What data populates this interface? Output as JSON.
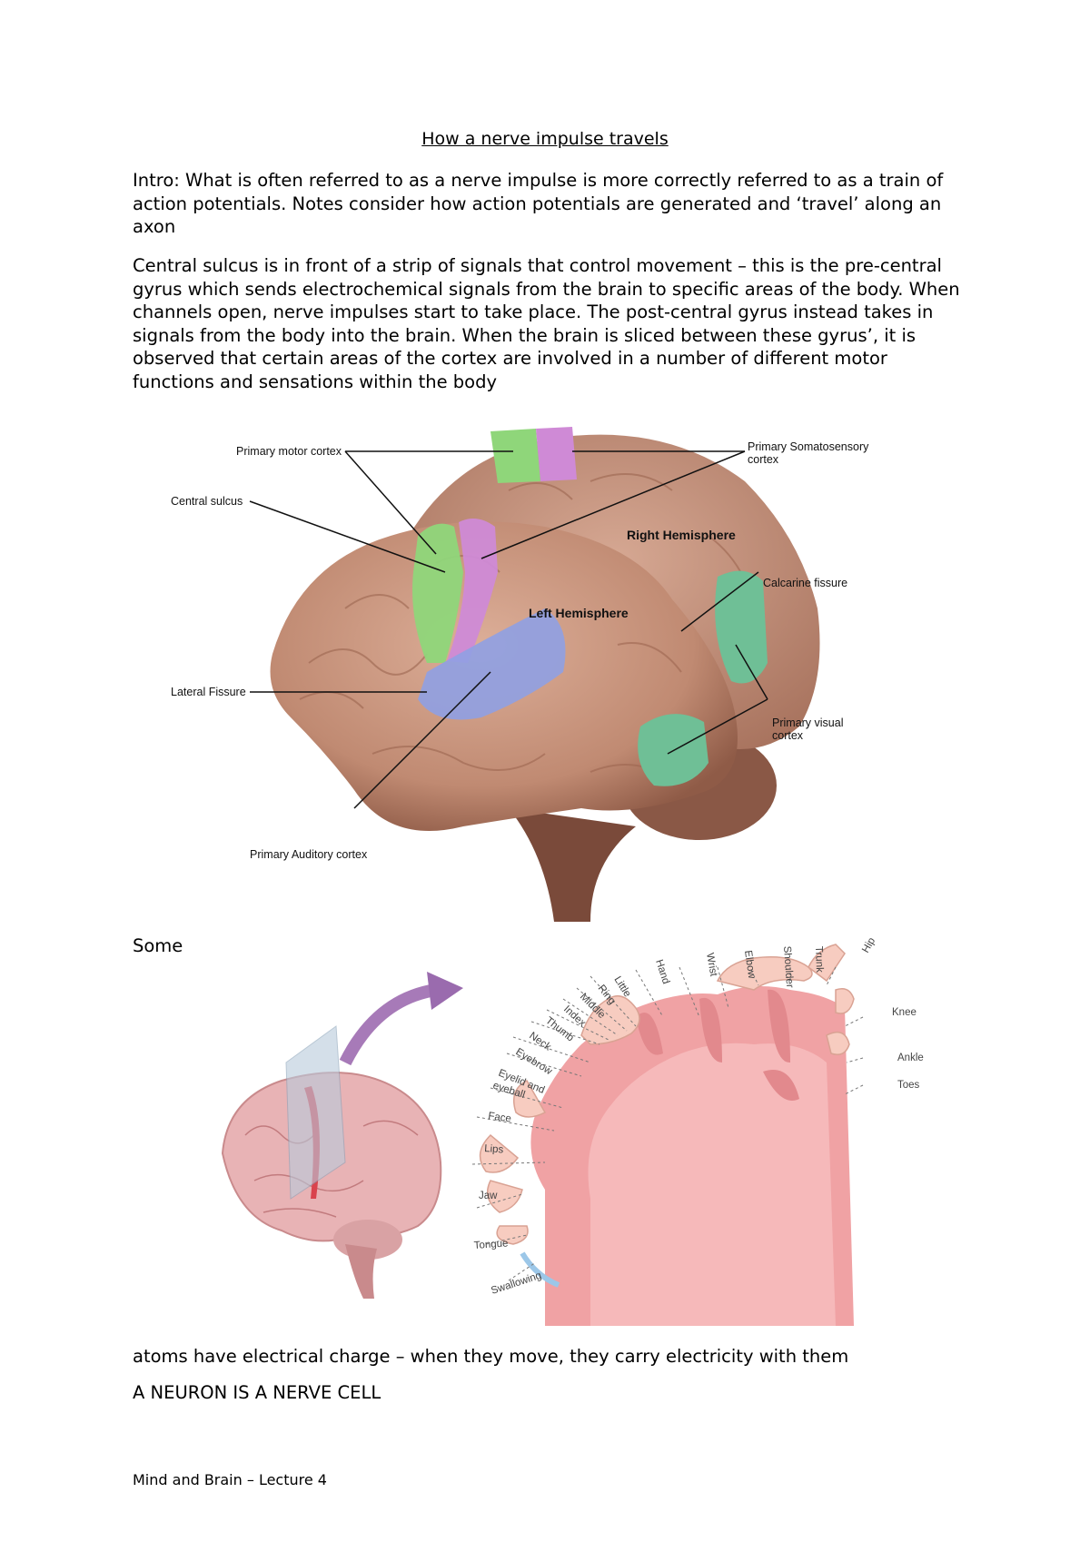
{
  "document": {
    "title": "How a nerve impulse travels",
    "intro": "Intro: What is often referred to as a nerve impulse is more correctly referred to as a train of action potentials. Notes consider how action potentials are generated and ‘travel’ along an axon",
    "paragraph": "Central sulcus is in front of a strip of signals that control movement – this is the pre-central gyrus which sends electrochemical signals from the brain to specific areas of the body. When channels open, nerve impulses start to take place. The post-central gyrus instead takes in signals from the body into the brain. When the brain is sliced between these gyrus’, it is observed that certain areas of the cortex are involved in a number of different motor functions and sensations within the body",
    "some": "Some",
    "atoms_line": "atoms have electrical charge – when they move, they carry electricity with them",
    "neuron_line": "A NEURON IS A NERVE CELL",
    "footer": "Mind and Brain – Lecture 4"
  },
  "brain_figure": {
    "labels": {
      "primary_motor": "Primary motor cortex",
      "somato_1": "Primary Somatosensory",
      "somato_2": "cortex",
      "central_sulcus": "Central sulcus",
      "right_hemisphere": "Right Hemisphere",
      "calcarine": "Calcarine fissure",
      "left_hemisphere": "Left Hemisphere",
      "lateral_fissure": "Lateral Fissure",
      "visual_1": "Primary visual",
      "visual_2": "cortex",
      "auditory": "Primary Auditory cortex"
    },
    "colors": {
      "brain": "#c99680",
      "motor": "#8fd67a",
      "somatosensory": "#cf8ad6",
      "auditory": "#8fa0e3",
      "visual": "#6fbf96"
    }
  },
  "homunculus_figure": {
    "labels": [
      "Hand",
      "Wrist",
      "Elbow",
      "Shoulder",
      "Trunk",
      "Hip",
      "Little",
      "Ring",
      "Middle",
      "Index",
      "Thumb",
      "Neck",
      "Eyebrow",
      "Eyelid and",
      "eyeball",
      "Face",
      "Lips",
      "Jaw",
      "Tongue",
      "Swallowing",
      "Knee",
      "Ankle",
      "Toes"
    ]
  }
}
